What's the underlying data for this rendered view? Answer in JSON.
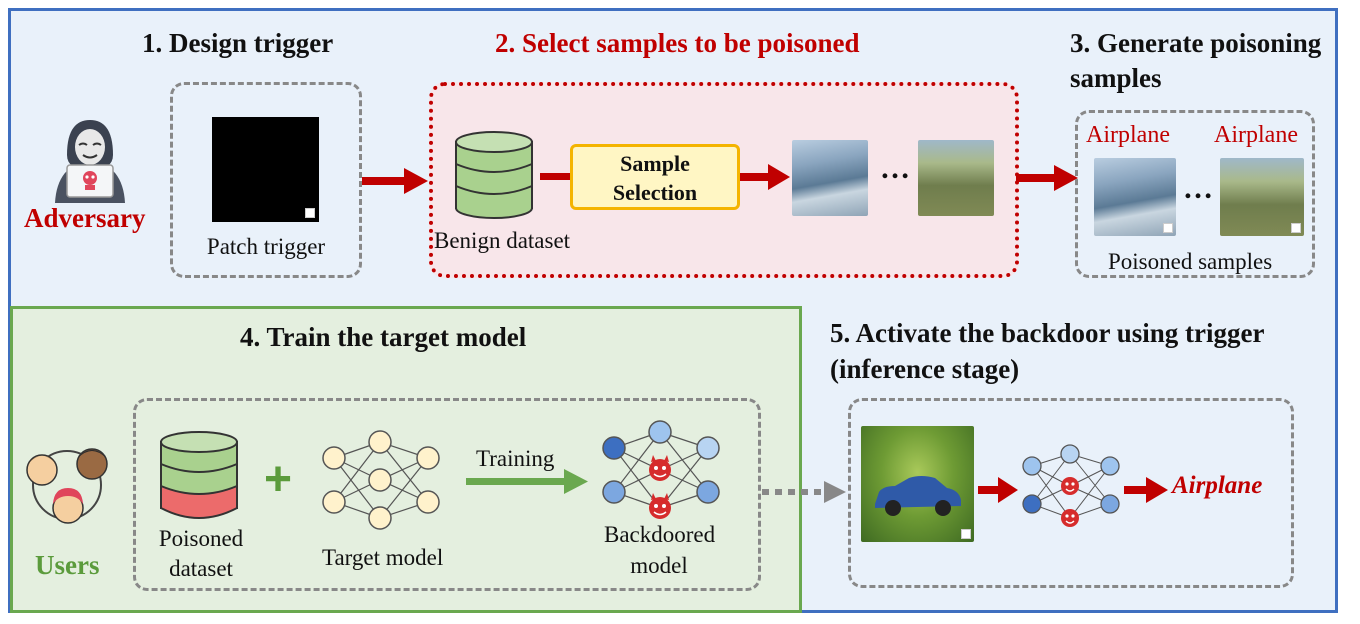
{
  "steps": {
    "s1": "1. Design trigger",
    "s2": "2. Select samples to be poisoned",
    "s3_line1": "3. Generate poisoning",
    "s3_line2": "samples",
    "s4": "4. Train the target model",
    "s5_line1": "5. Activate the backdoor using trigger",
    "s5_line2": "(inference stage)"
  },
  "actors": {
    "adversary": "Adversary",
    "users": "Users"
  },
  "labels": {
    "patch_trigger": "Patch trigger",
    "benign_dataset": "Benign dataset",
    "sample_selection_1": "Sample",
    "sample_selection_2": "Selection",
    "ellipsis": "…",
    "airplane_1": "Airplane",
    "airplane_2": "Airplane",
    "poisoned_samples": "Poisoned samples",
    "poisoned_dataset_1": "Poisoned",
    "poisoned_dataset_2": "dataset",
    "target_model": "Target model",
    "training": "Training",
    "backdoored_1": "Backdoored",
    "backdoored_2": "model",
    "plus": "+",
    "prediction": "Airplane"
  },
  "colors": {
    "accent_red": "#c00000",
    "accent_green": "#6aa84f",
    "accent_blue": "#3f6fc0",
    "selection_yellow": "#f4b400"
  }
}
